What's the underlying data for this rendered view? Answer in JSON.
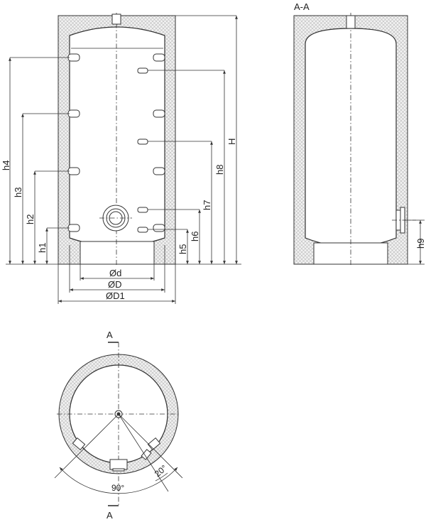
{
  "section_title": "A-A",
  "section_marker": "A",
  "dimensions": {
    "h1": "h1",
    "h2": "h2",
    "h3": "h3",
    "h4": "h4",
    "h5": "h5",
    "h6": "h6",
    "h7": "h7",
    "h8": "h8",
    "h9": "h9",
    "H": "H",
    "d": "Ød",
    "D": "ØD",
    "D1": "ØD1"
  },
  "angles": {
    "a90": "90°",
    "a20": "20°"
  },
  "colors": {
    "line": "#333333",
    "insulation_hatch": "#b8b8b8",
    "background": "#ffffff"
  }
}
